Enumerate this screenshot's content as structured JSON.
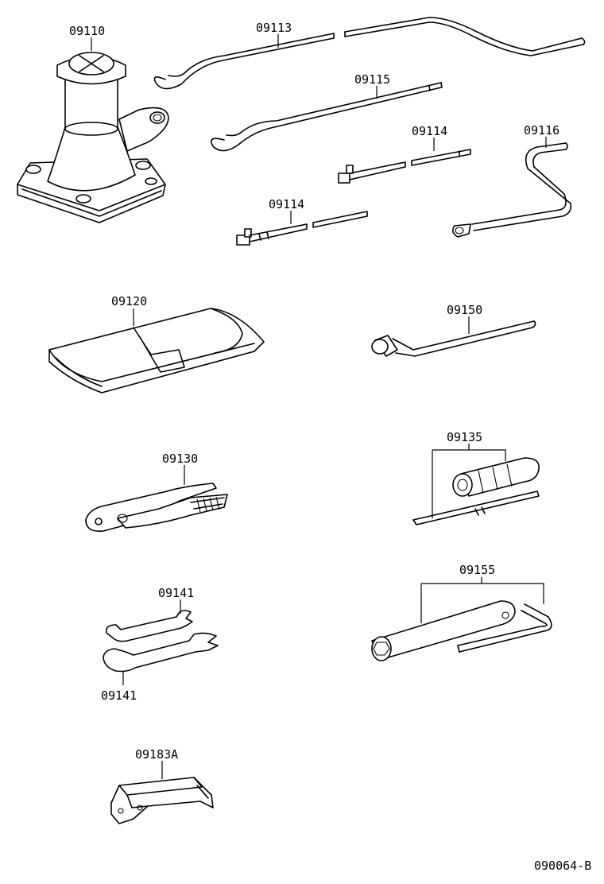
{
  "parts": {
    "p09110": "09110",
    "p09113": "09113",
    "p09115": "09115",
    "p09114a": "09114",
    "p09116": "09116",
    "p09114b": "09114",
    "p09120": "09120",
    "p09150": "09150",
    "p09130": "09130",
    "p09135": "09135",
    "p09141a": "09141",
    "p09155": "09155",
    "p09141b": "09141",
    "p09183A": "09183A"
  },
  "drawing_number": "090064-B"
}
